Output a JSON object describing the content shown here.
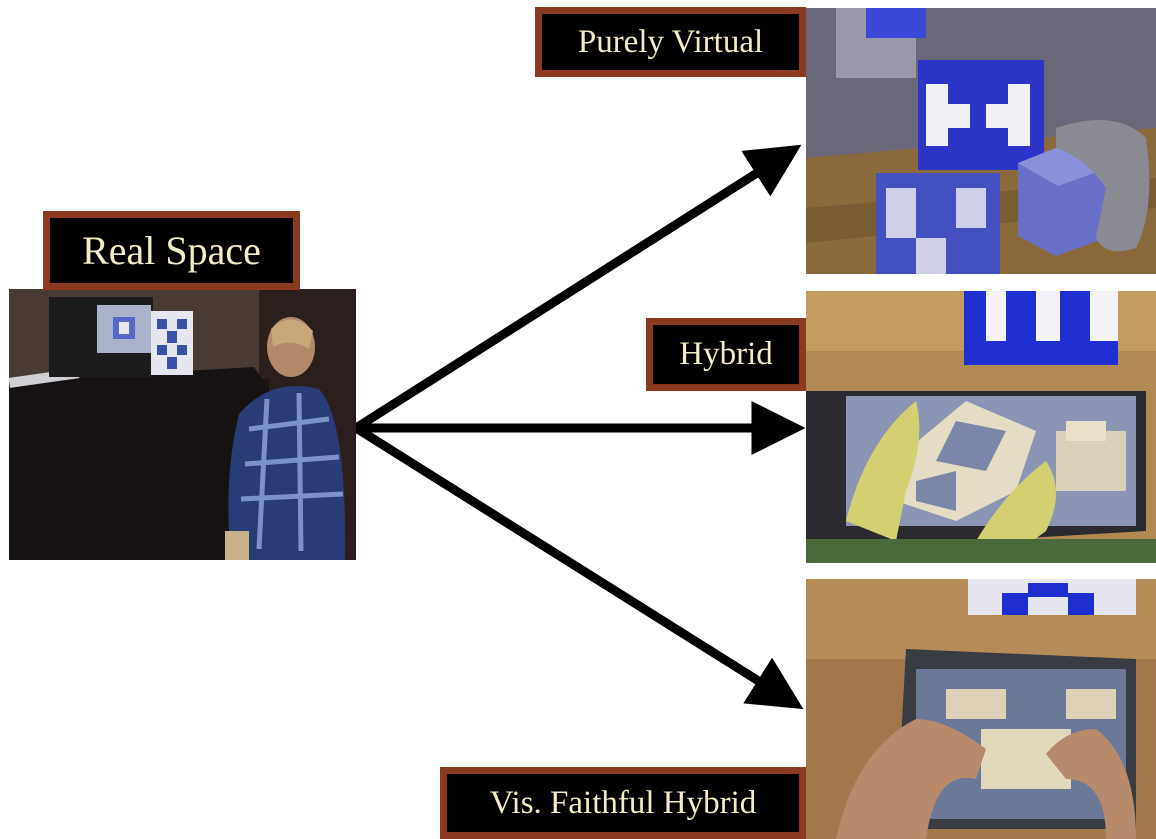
{
  "labels": {
    "real_space": "Real Space",
    "purely_virtual": "Purely Virtual",
    "hybrid": "Hybrid",
    "vis_faithful_hybrid": "Vis. Faithful Hybrid"
  },
  "colors": {
    "label_border": "#8b3a1f",
    "label_text": "#f4ecc4",
    "arrow": "#000000"
  }
}
